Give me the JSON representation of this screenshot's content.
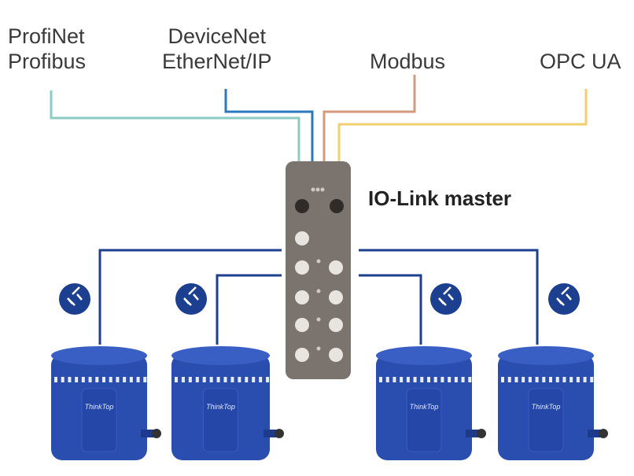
{
  "protocols": {
    "profinet": [
      "ProfiNet",
      "Profibus"
    ],
    "devicenet": [
      "DeviceNet",
      "EtherNet/IP"
    ],
    "modbus": [
      "Modbus"
    ],
    "opcua": [
      "OPC UA"
    ]
  },
  "master_label": "IO-Link master",
  "device_brand": "ThinkTop",
  "colors": {
    "profinet": "#8ecbc4",
    "devicenet": "#2a79bf",
    "modbus": "#d49a7e",
    "opcua": "#f1cf6e",
    "iolink": "#1d3f8f",
    "master": "#7b736e",
    "device": "#2a4db0"
  }
}
